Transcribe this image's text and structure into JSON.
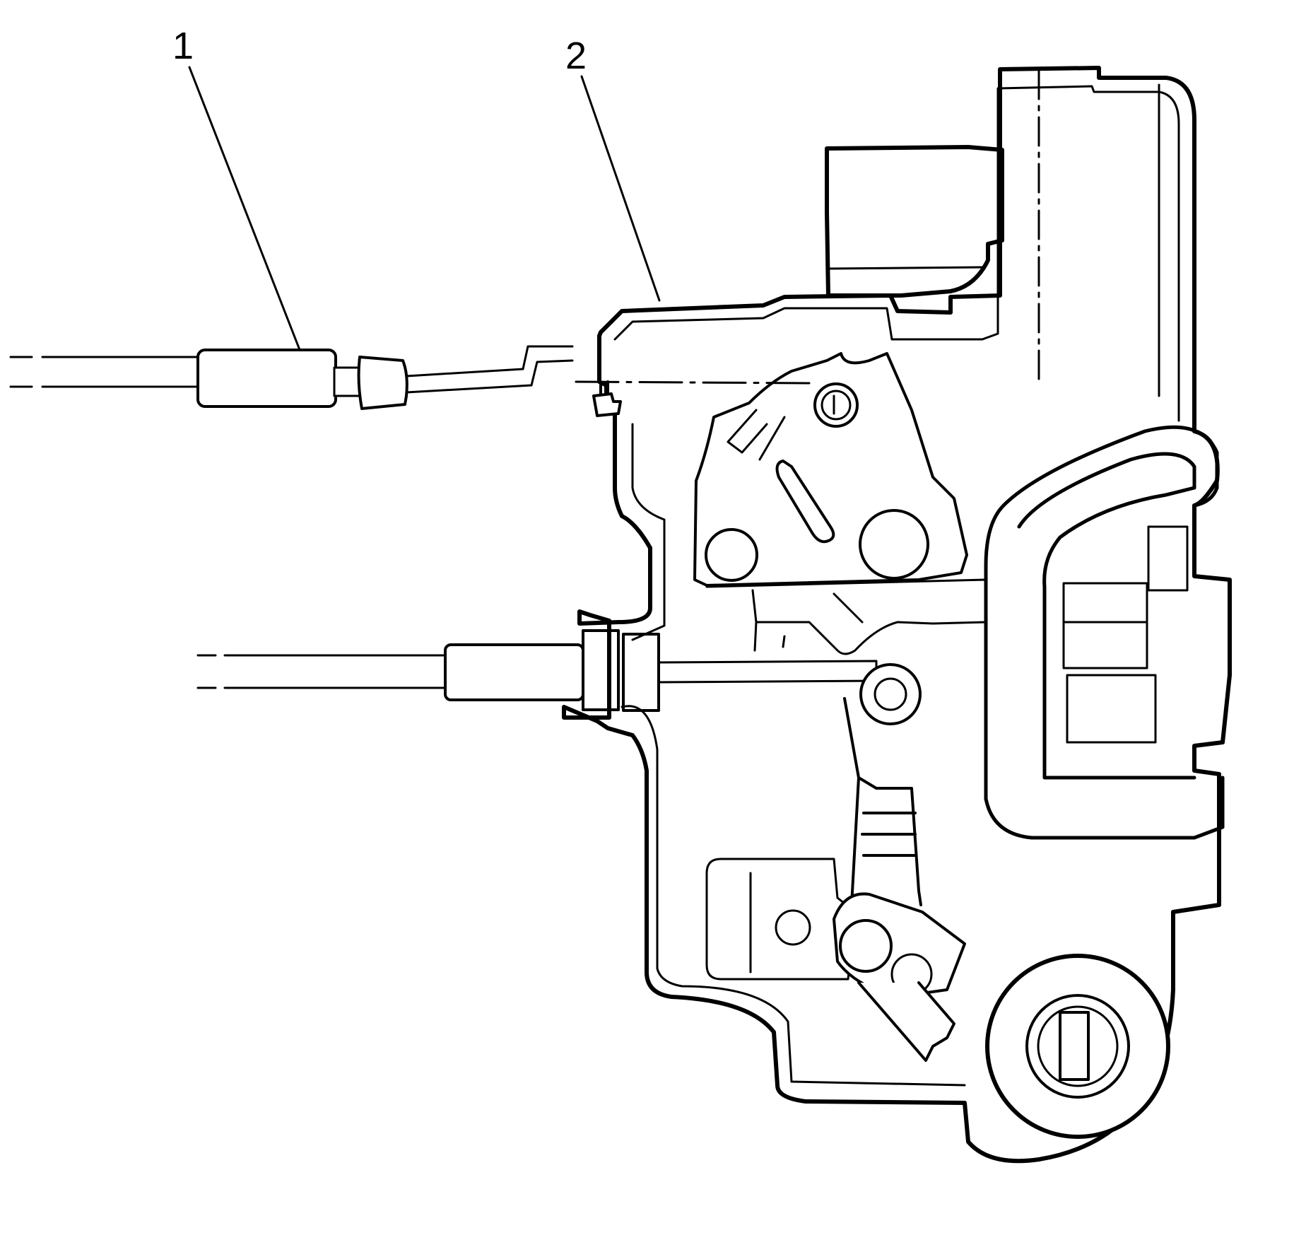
{
  "figure": {
    "callouts": [
      {
        "id": "1",
        "label": "1"
      },
      {
        "id": "2",
        "label": "2"
      }
    ],
    "colors": {
      "line": "#000000",
      "background": "#ffffff"
    }
  }
}
